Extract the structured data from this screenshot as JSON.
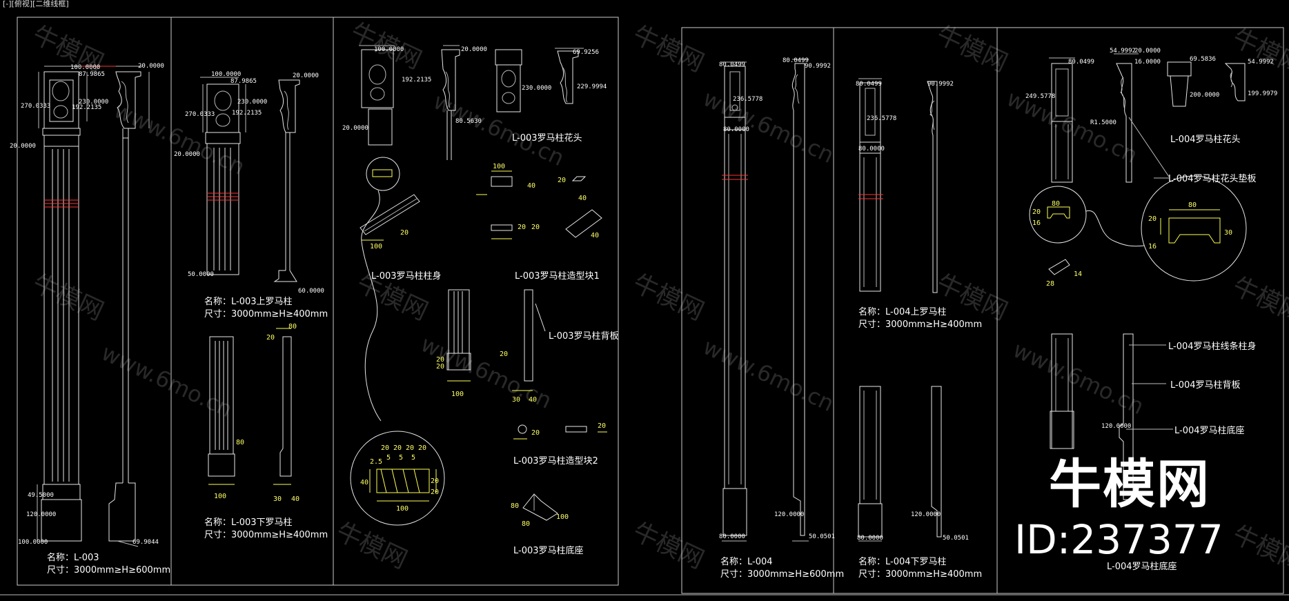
{
  "viewport_label": "[-][俯视][二维线框]",
  "colors": {
    "background": "#000000",
    "line": "#e8e8e8",
    "dim_yellow": "#ffff66",
    "accent_red": "#ff3333"
  },
  "watermark": {
    "brand": "牛模网",
    "site": "www.6mo.cn"
  },
  "brand_overlay": {
    "name": "牛模网",
    "id": "ID:237377"
  },
  "sheet_left": {
    "col1": {
      "dims": [
        "100.0000",
        "20.0000",
        "87.9865",
        "270.0333",
        "230.0000",
        "192.2135",
        "20.0000",
        "49.5000",
        "120.0000",
        "100.0000",
        "69.9044"
      ],
      "name": "名称：L-003",
      "size": "尺寸：3000mm≥H≥600mm"
    },
    "col2": {
      "dims": [
        "100.0000",
        "20.0000",
        "87.9865",
        "270.0333",
        "230.0000",
        "192.2135",
        "20.0000",
        "50.0000",
        "60.0000"
      ],
      "upper_name": "名称：L-003上罗马柱",
      "upper_size": "尺寸：3000mm≥H≥400mm",
      "lower_dims": [
        "20",
        "80",
        "80",
        "100",
        "30",
        "40"
      ],
      "lower_name": "名称：L-003下罗马柱",
      "lower_size": "尺寸：3000mm≥H≥400mm"
    },
    "col3": {
      "capital_label": "L-003罗马柱花头",
      "capital_dims": [
        "100.0000",
        "20.0000",
        "69.9256",
        "230.0000",
        "192.2135",
        "229.9994",
        "20.0000",
        "80.5630"
      ],
      "shaft_label": "L-003罗马柱柱身",
      "shaft_dims": [
        "100",
        "20"
      ],
      "block1_label": "L-003罗马柱造型块1",
      "block1_dims": [
        "100",
        "40",
        "20",
        "20",
        "20",
        "40",
        "40"
      ],
      "back_label": "L-003罗马柱背板",
      "back_dims": [
        "20",
        "20",
        "100",
        "20",
        "30",
        "40"
      ],
      "detail_dims": [
        "20",
        "20",
        "20",
        "20",
        "2.5",
        "5",
        "5",
        "5",
        "40",
        "20",
        "20",
        "100"
      ],
      "block2_label": "L-003罗马柱造型块2",
      "block2_dims": [
        "20",
        "20"
      ],
      "base_label": "L-003罗马柱底座",
      "base_dims": [
        "80",
        "80",
        "100"
      ]
    }
  },
  "sheet_right": {
    "col1": {
      "dims": [
        "80.0499",
        "80.0499",
        "236.5778",
        "90.9992",
        "80.0000",
        "120.0000",
        "80.0000",
        "50.0501"
      ],
      "name": "名称：L-004",
      "size": "尺寸：3000mm≥H≥600mm"
    },
    "col2": {
      "dims": [
        "80.0499",
        "90.9992",
        "236.5778",
        "80.0000",
        "120.0000",
        "80.0000",
        "50.0501"
      ],
      "upper_name": "名称：L-004上罗马柱",
      "upper_size": "尺寸：3000mm≥H≥400mm",
      "lower_name": "名称：L-004下罗马柱",
      "lower_size": "尺寸：3000mm≥H≥400mm"
    },
    "col3": {
      "capital_label": "L-004罗马柱花头",
      "capital_dims": [
        "80.0499",
        "54.9992",
        "20.0000",
        "16.0000",
        "249.5778",
        "69.5836",
        "200.0000",
        "54.9992",
        "199.9979",
        "R1.5000"
      ],
      "pad_label": "L-004罗马柱花头垫板",
      "pad_dims": [
        "80",
        "20",
        "16",
        "80",
        "20",
        "16",
        "30",
        "14",
        "28"
      ],
      "line_shaft_label": "L-004罗马柱线条柱身",
      "back_label": "L-004罗马柱背板",
      "base_label": "L-004罗马柱底座",
      "base_dim": "120.0000",
      "bottom_caption": "L-004罗马柱底座"
    }
  }
}
